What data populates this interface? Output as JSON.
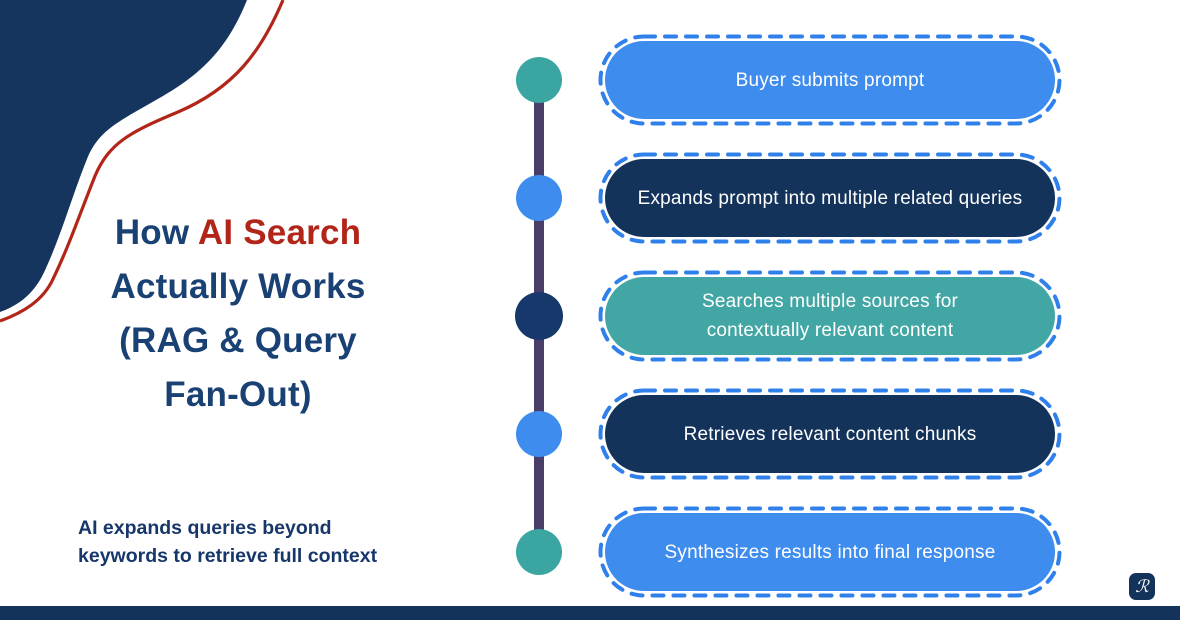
{
  "page": {
    "background": "#FFFFFF"
  },
  "decor": {
    "blob_color": "#16355E",
    "accent_line_color": "#B2261A",
    "bottom_bar_color": "#14335B"
  },
  "title": {
    "line1_prefix": "How ",
    "line1_highlight": "AI Search",
    "line2": "Actually Works",
    "line3": "(RAG & Query",
    "line4": "Fan-Out)",
    "navy_color": "#1A4173",
    "red_color": "#B2261A"
  },
  "subtitle": {
    "line1": "AI expands queries beyond",
    "line2": "keywords to retrieve full context",
    "color": "#17376B"
  },
  "timeline": {
    "line_color": "#4A3E68",
    "dash_border_color": "#2F80EA",
    "steps": [
      {
        "label": "Buyer submits prompt",
        "pill_color": "#3E8CEE",
        "dot_color": "#3BA5A2",
        "text_color": "#FFFFFF"
      },
      {
        "label": "Expands prompt into multiple related queries",
        "pill_color": "#14335B",
        "dot_color": "#3E8CEE",
        "text_color": "#FFFFFF"
      },
      {
        "label": "Searches multiple sources for contextually relevant content",
        "pill_color": "#42A6A4",
        "dot_color": "#16386B",
        "text_color": "#FFFFFF"
      },
      {
        "label": "Retrieves relevant content chunks",
        "pill_color": "#14335B",
        "dot_color": "#3E8CEE",
        "text_color": "#FFFFFF"
      },
      {
        "label": "Synthesizes results into final response",
        "pill_color": "#3E8CEE",
        "dot_color": "#3BA5A2",
        "text_color": "#FFFFFF"
      }
    ]
  },
  "footer": {
    "logo_glyph": "ℛ",
    "logo_bg": "#14335B"
  }
}
